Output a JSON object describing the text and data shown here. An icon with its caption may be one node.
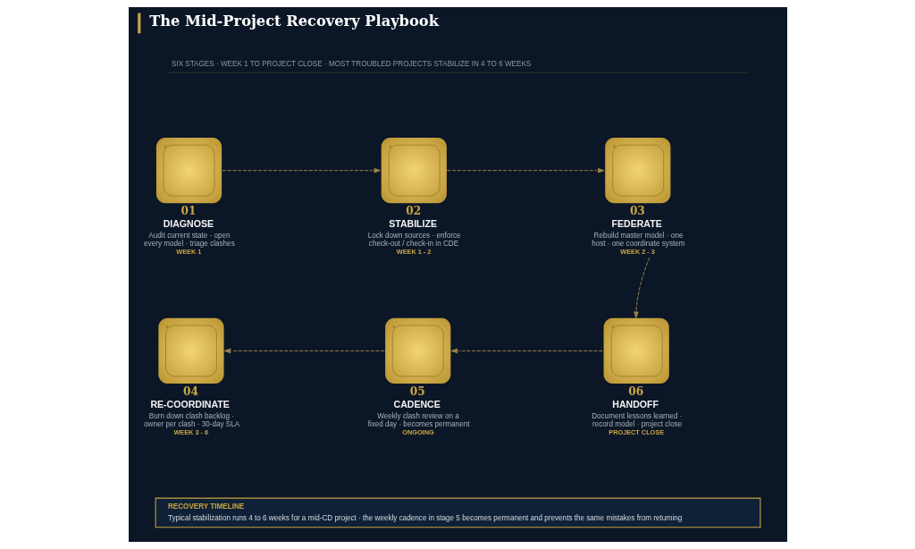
{
  "diagram": {
    "title": "The Mid-Project Recovery Playbook",
    "nodes": [
      {
        "text": [
          "01",
          "DIAGNOSE",
          "Audit current state · open every model · triage clashes",
          "WEEK 1"
        ]
      },
      {
        "text": [
          "02",
          "STABILIZE",
          "Lock down sources · enforce check-out / check-in in CDE",
          "WEEK 1 - 2"
        ]
      },
      {
        "text": [
          "03",
          "FEDERATE",
          "Rebuild master model · one host · one coordinate system",
          "WEEK 2 - 3"
        ]
      },
      {
        "text": [
          "04",
          "RE-COORDINATE",
          "Burn down clash backlog · owner per clash · 30-day SLA",
          "WEEK 3 - 6"
        ]
      },
      {
        "text": [
          "05",
          "CADENCE",
          "Weekly clash review on a fixed day · becomes permanent",
          "ONGOING"
        ]
      },
      {
        "text": [
          "06",
          "HANDOFF",
          "Document lessons learned · record model · project close",
          "PROJECT CLOSE"
        ]
      },
      {
        "text": [
          "RECOVERY TIMELINE",
          "Typical stabilization runs 4 to 6 weeks for a mid-CD project · the weekly cadence in stage 5 becomes permanent and prevents the same mistakes from returning"
        ]
      }
    ],
    "edges": [
      {
        "from": 0,
        "to": 1,
        "arrow": "to",
        "style": "dashed"
      },
      {
        "from": 1,
        "to": 2,
        "arrow": "to",
        "style": "dashed"
      },
      {
        "from": 2,
        "to": 5,
        "arrow": "to",
        "style": "dashed"
      },
      {
        "from": 5,
        "to": 4,
        "arrow": "to",
        "style": "dashed"
      },
      {
        "from": 4,
        "to": 3,
        "arrow": "to",
        "style": "dashed"
      }
    ],
    "labels": [
      "SIX STAGES · WEEK 1 TO PROJECT CLOSE · MOST TROUBLED PROJECTS STABILIZE IN 4 TO 6 WEEKS"
    ]
  }
}
